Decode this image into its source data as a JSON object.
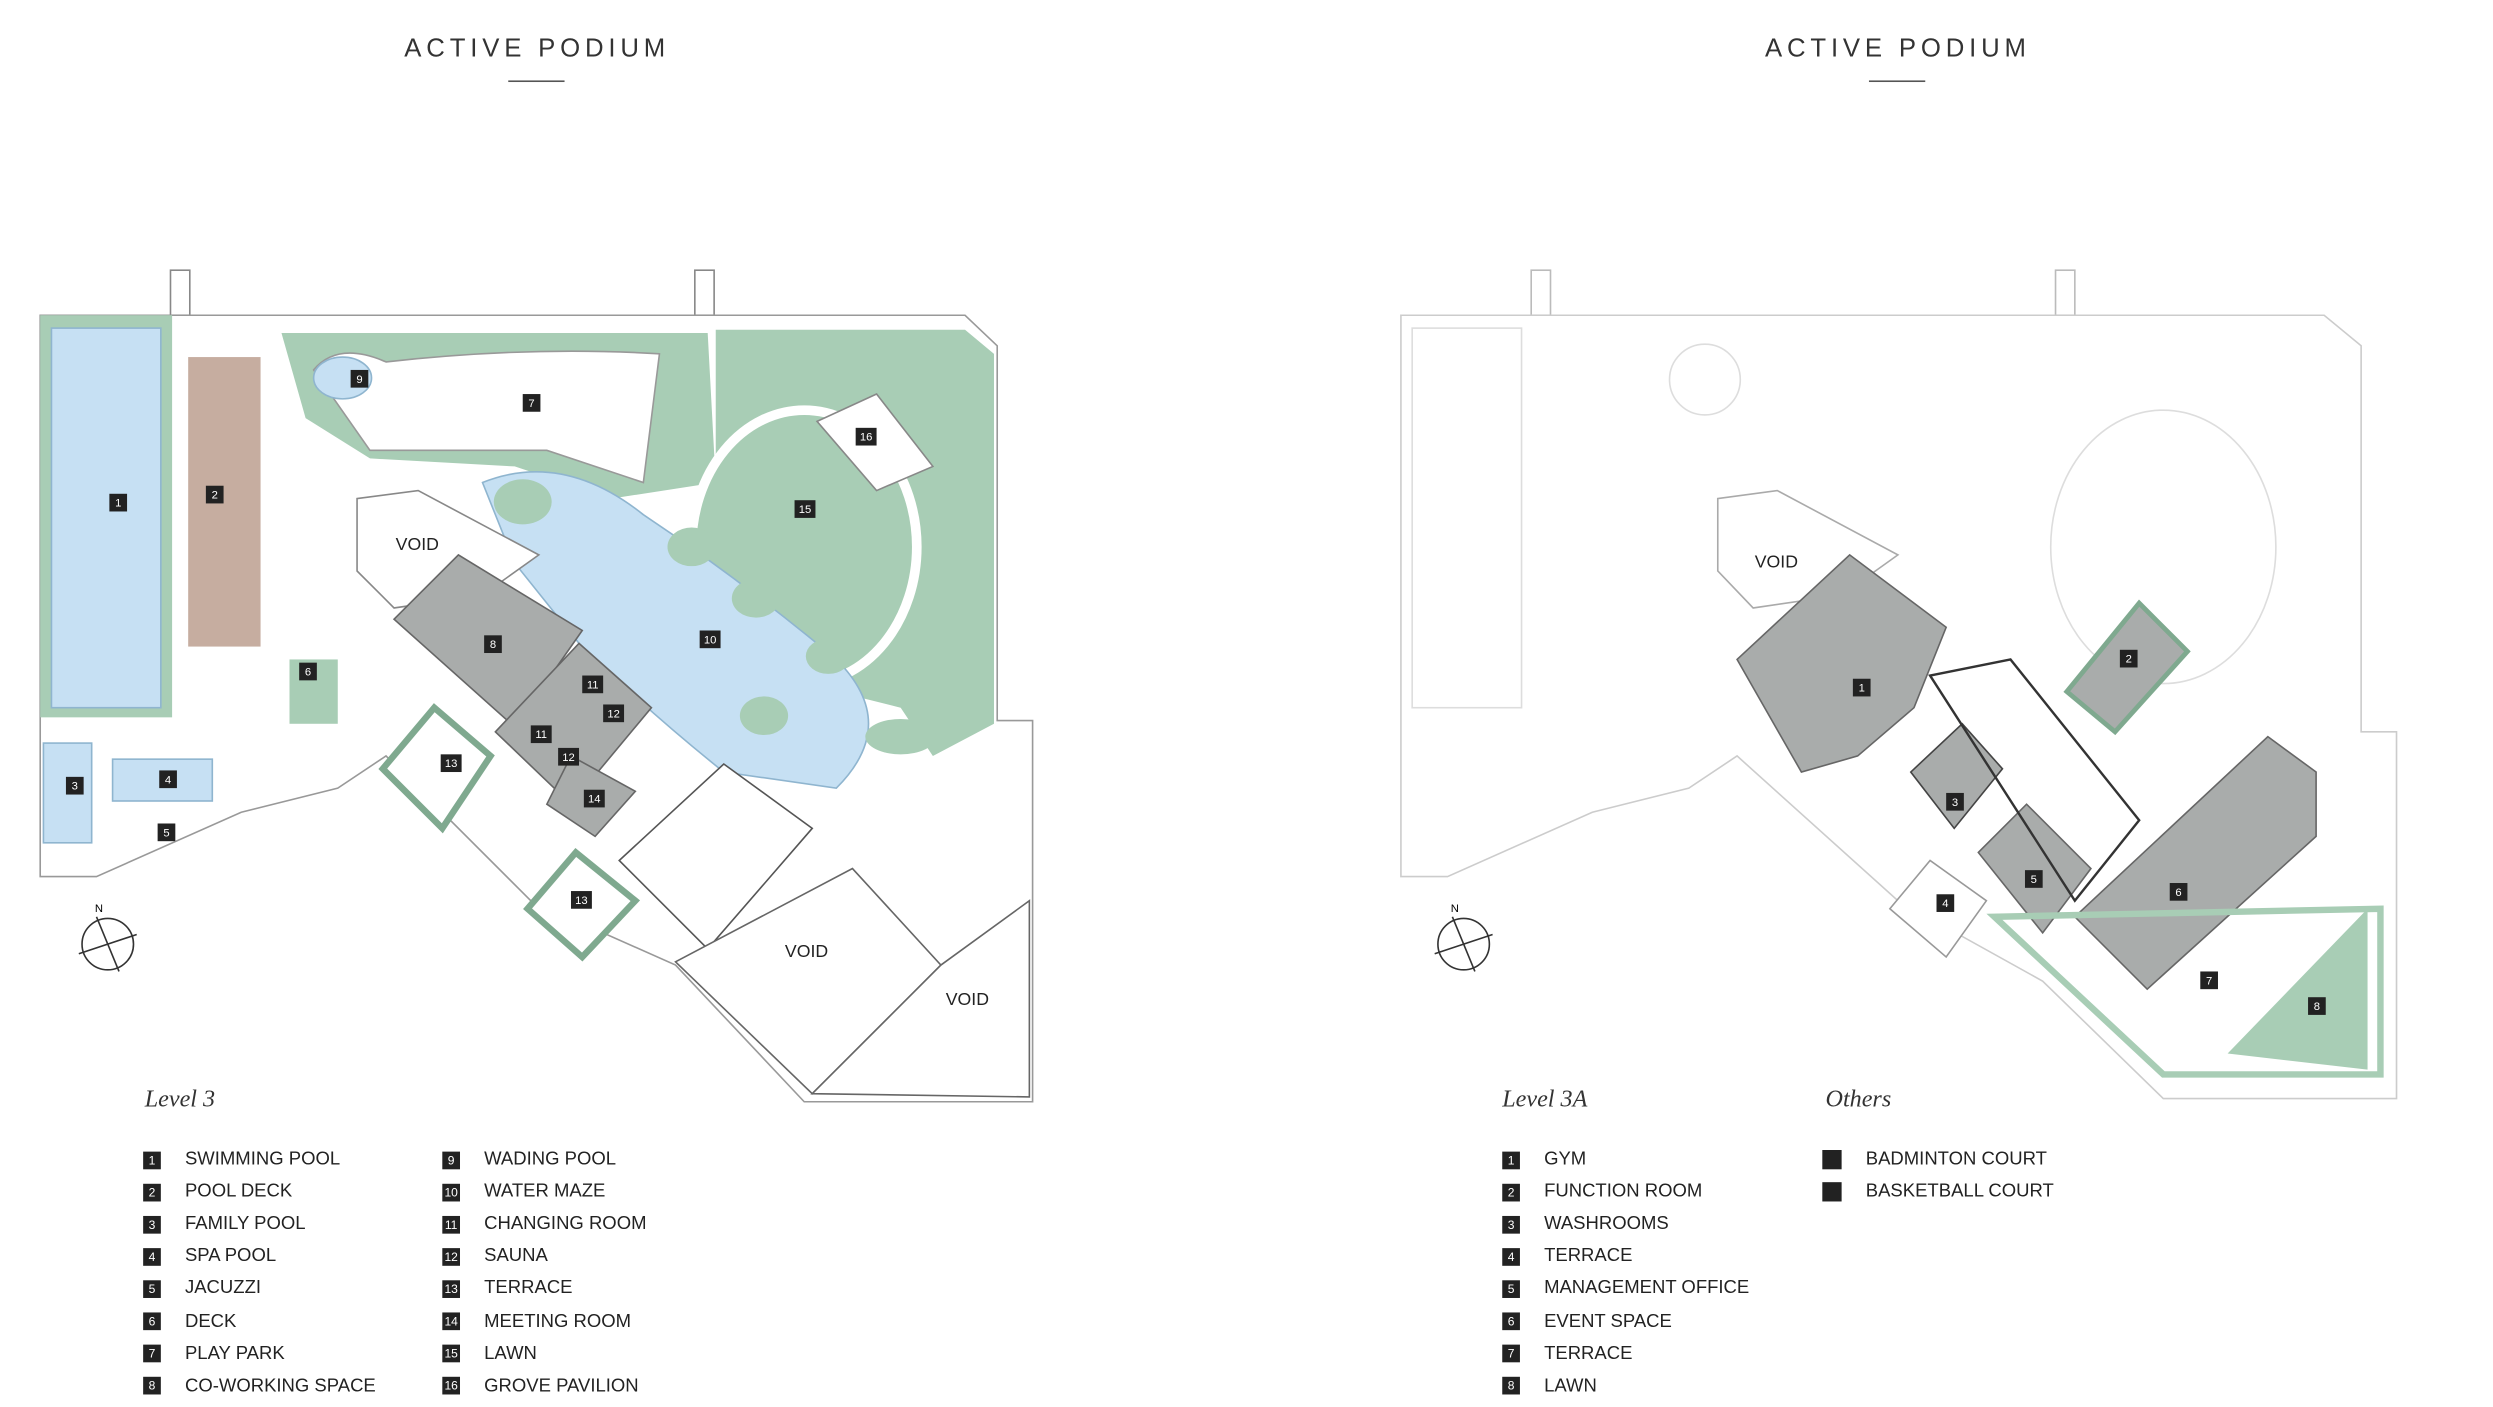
{
  "left": {
    "title": "ACTIVE PODIUM",
    "level": "Level 3",
    "void_label": "VOID",
    "legend": [
      {
        "n": "1",
        "label": "SWIMMING POOL"
      },
      {
        "n": "2",
        "label": "POOL DECK"
      },
      {
        "n": "3",
        "label": "FAMILY POOL"
      },
      {
        "n": "4",
        "label": "SPA POOL"
      },
      {
        "n": "5",
        "label": "JACUZZI"
      },
      {
        "n": "6",
        "label": "DECK"
      },
      {
        "n": "7",
        "label": "PLAY PARK"
      },
      {
        "n": "8",
        "label": "CO-WORKING SPACE"
      },
      {
        "n": "9",
        "label": "WADING POOL"
      },
      {
        "n": "10",
        "label": "WATER MAZE"
      },
      {
        "n": "11",
        "label": "CHANGING ROOM"
      },
      {
        "n": "12",
        "label": "SAUNA"
      },
      {
        "n": "13",
        "label": "TERRACE"
      },
      {
        "n": "14",
        "label": "MEETING ROOM"
      },
      {
        "n": "15",
        "label": "LAWN"
      },
      {
        "n": "16",
        "label": "GROVE PAVILION"
      }
    ]
  },
  "right": {
    "title": "ACTIVE PODIUM",
    "level": "Level 3A",
    "others_heading": "Others",
    "void_label": "VOID",
    "legend": [
      {
        "n": "1",
        "label": "GYM"
      },
      {
        "n": "2",
        "label": "FUNCTION ROOM"
      },
      {
        "n": "3",
        "label": "WASHROOMS"
      },
      {
        "n": "4",
        "label": "TERRACE"
      },
      {
        "n": "5",
        "label": "MANAGEMENT OFFICE"
      },
      {
        "n": "6",
        "label": "EVENT SPACE"
      },
      {
        "n": "7",
        "label": "TERRACE"
      },
      {
        "n": "8",
        "label": "LAWN"
      }
    ],
    "others": [
      {
        "label": "BADMINTON COURT"
      },
      {
        "label": "BASKETBALL COURT"
      }
    ]
  },
  "colors": {
    "water": "#c6e0f3",
    "green": "#a8cdb5",
    "room": "#a9acab",
    "deck": "#c6ada0",
    "line": "#9a9a9a"
  }
}
